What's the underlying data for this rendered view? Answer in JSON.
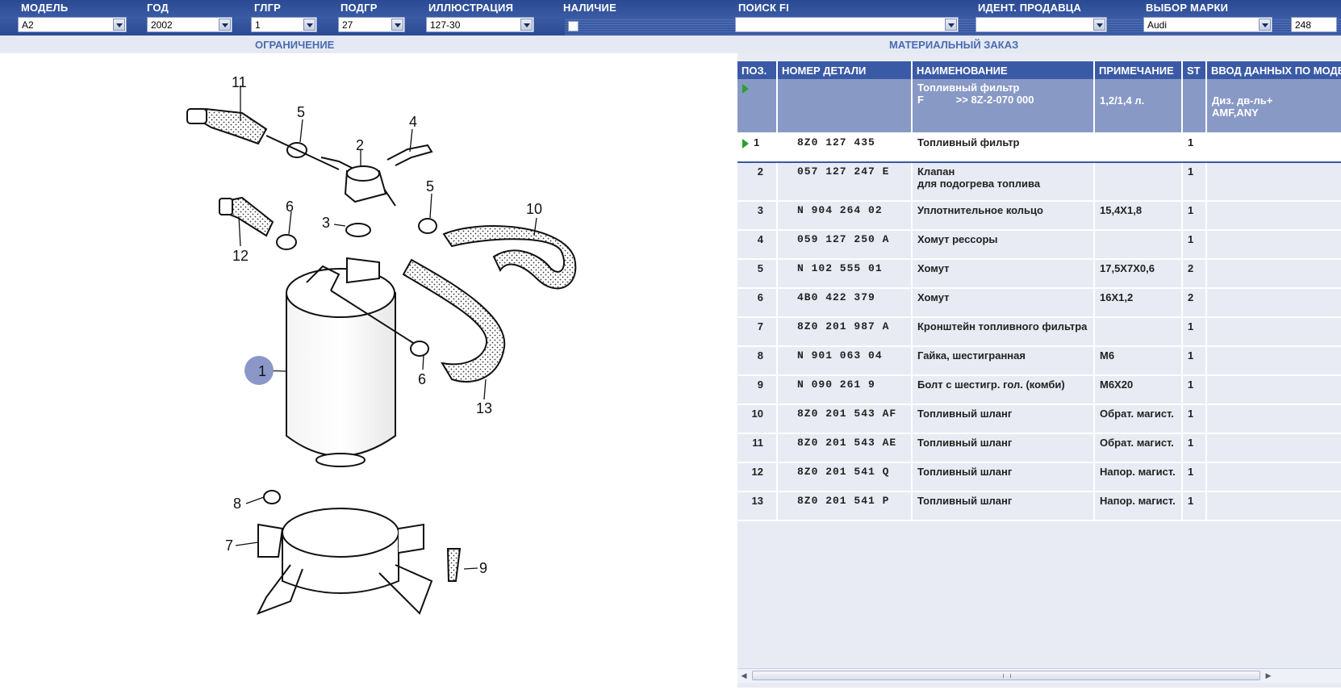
{
  "filters": {
    "model": {
      "label": "МОДЕЛЬ",
      "value": "A2"
    },
    "year": {
      "label": "ГОД",
      "value": "2002"
    },
    "main_group": {
      "label": "ГЛГР",
      "value": "1"
    },
    "sub_group": {
      "label": "ПОДГР",
      "value": "27"
    },
    "illustration": {
      "label": "ИЛЛЮСТРАЦИЯ",
      "value": "127-30"
    },
    "availability": {
      "label": "НАЛИЧИЕ"
    },
    "search_fi": {
      "label": "ПОИСК FI",
      "value": ""
    },
    "seller_id": {
      "label": "ИДЕНТ. ПРОДАВЦА",
      "value": ""
    },
    "brand": {
      "label": "ВЫБОР МАРКИ",
      "value": "Audi"
    },
    "brand_code": "248"
  },
  "subheader": {
    "left": "ОГРАНИЧЕНИЕ",
    "right": "МАТЕРИАЛЬНЫЙ ЗАКАЗ"
  },
  "illustration": {
    "callouts": [
      "1",
      "2",
      "3",
      "4",
      "5",
      "5",
      "6",
      "6",
      "7",
      "8",
      "9",
      "10",
      "11",
      "12",
      "13"
    ],
    "highlighted": "1"
  },
  "table": {
    "columns": [
      "ПОЗ.",
      "НОМЕР ДЕТАЛИ",
      "НАИМЕНОВАНИЕ",
      "ПРИМЕЧАНИЕ",
      "ST",
      "ВВОД ДАННЫХ ПО МОДЕЛИ"
    ],
    "info_row": {
      "name_line1": "Топливный фильтр",
      "name_line2": "F           >> 8Z-2-070 000",
      "note": "1,2/1,4 л.",
      "model_line1": "Диз. дв-ль+",
      "model_line2": "AMF,ANY"
    },
    "rows": [
      {
        "pos": "1",
        "part": "8Z0 127 435",
        "name": "Топливный фильтр",
        "name2": "",
        "note": "",
        "st": "1"
      },
      {
        "pos": "2",
        "part": "057 127 247 E",
        "name": "Клапан",
        "name2": "для подогрева топлива",
        "note": "",
        "st": "1"
      },
      {
        "pos": "3",
        "part": "N   904 264 02",
        "name": "Уплотнительное кольцо",
        "name2": "",
        "note": "15,4X1,8",
        "st": "1"
      },
      {
        "pos": "4",
        "part": "059 127 250 A",
        "name": "Хомут рессоры",
        "name2": "",
        "note": "",
        "st": "1"
      },
      {
        "pos": "5",
        "part": "N   102 555 01",
        "name": "Хомут",
        "name2": "",
        "note": "17,5X7X0,6",
        "st": "2"
      },
      {
        "pos": "6",
        "part": "4B0 422 379",
        "name": "Хомут",
        "name2": "",
        "note": "16X1,2",
        "st": "2"
      },
      {
        "pos": "7",
        "part": "8Z0 201 987 A",
        "name": "Кронштейн топливного фильтра",
        "name2": "",
        "note": "",
        "st": "1"
      },
      {
        "pos": "8",
        "part": "N   901 063 04",
        "name": "Гайка, шестигранная",
        "name2": "",
        "note": "M6",
        "st": "1"
      },
      {
        "pos": "9",
        "part": "N   090 261 9",
        "name": "Болт с шестигр. гол. (комби)",
        "name2": "",
        "note": "M6X20",
        "st": "1"
      },
      {
        "pos": "10",
        "part": "8Z0 201 543 AF",
        "name": "Топливный шланг",
        "name2": "",
        "note": "Обрат. магист.",
        "st": "1"
      },
      {
        "pos": "11",
        "part": "8Z0 201 543 AE",
        "name": "Топливный шланг",
        "name2": "",
        "note": "Обрат. магист.",
        "st": "1"
      },
      {
        "pos": "12",
        "part": "8Z0 201 541 Q",
        "name": "Топливный шланг",
        "name2": "",
        "note": "Напор. магист.",
        "st": "1"
      },
      {
        "pos": "13",
        "part": "8Z0 201 541 P",
        "name": "Топливный шланг",
        "name2": "",
        "note": "Напор. магист.",
        "st": "1"
      }
    ]
  }
}
